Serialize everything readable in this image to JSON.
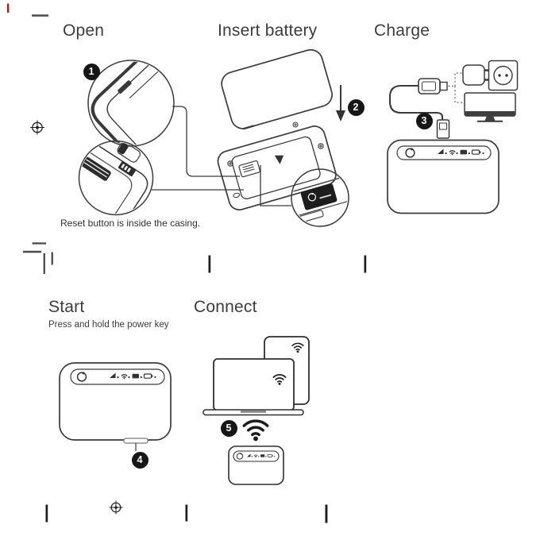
{
  "page": {
    "background": "#ffffff",
    "line_color": "#3a3a3a",
    "brand_red": "#e60000"
  },
  "steps": {
    "open": {
      "title": "Open",
      "badge": "1",
      "caption": "Reset button is inside the casing."
    },
    "insert_battery": {
      "title": "Insert battery",
      "badge": "2"
    },
    "charge": {
      "title": "Charge",
      "badge": "3"
    },
    "start": {
      "title": "Start",
      "badge": "4",
      "subtitle": "Press and hold the power key"
    },
    "connect": {
      "title": "Connect",
      "badge": "5"
    }
  },
  "icons": {
    "brand": "vodafone-speechmark-icon",
    "indicators": [
      "signal-icon",
      "wifi-icon",
      "message-icon",
      "battery-icon"
    ],
    "charge_items": [
      "usb-cable-icon",
      "power-adapter-icon",
      "wall-socket-icon",
      "monitor-icon"
    ],
    "connect_items": [
      "laptop-icon",
      "tablet-icon",
      "wifi-icon",
      "mobile-router-icon"
    ],
    "detail_items": [
      "sim-card-icon",
      "reset-button-icon",
      "power-key",
      "battery-cover",
      "step-arrow"
    ],
    "print_marks": [
      "registration-mark-icon",
      "trim-mark",
      "red-trim-mark"
    ]
  }
}
